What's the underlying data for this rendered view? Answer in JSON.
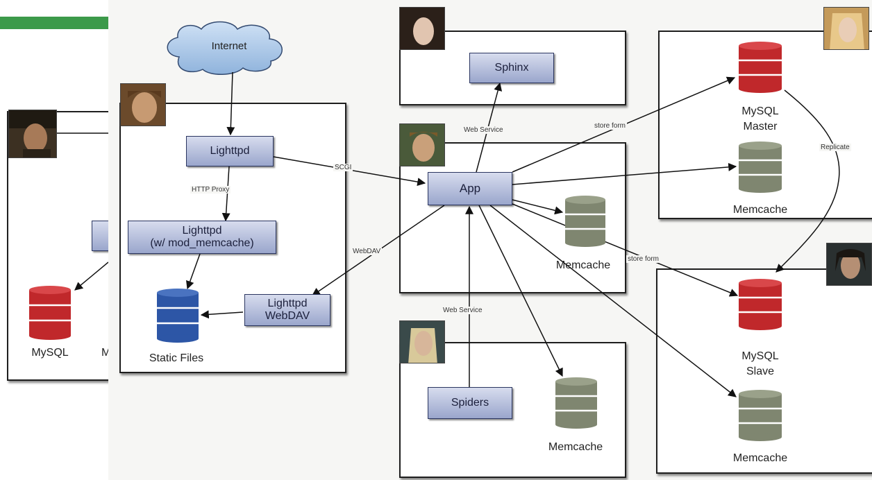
{
  "nodes": {
    "internet": "Internet",
    "lighttpd_front": "Lighttpd",
    "http_proxy": "HTTP Proxy",
    "lighttpd_memcache_1": "Lighttpd",
    "lighttpd_memcache_2": "(w/ mod_memcache)",
    "lighttpd_webdav_1": "Lighttpd",
    "lighttpd_webdav_2": "WebDAV",
    "static_files": "Static Files",
    "sphinx": "Sphinx",
    "app": "App",
    "spiders": "Spiders",
    "mysql_left": "MySQL",
    "mysql_left_cut": "M",
    "memcache_app": "Memcache",
    "memcache_spiders": "Memcache",
    "mysql_master_1": "MySQL",
    "mysql_master_2": "Master",
    "memcache_master": "Memcache",
    "mysql_slave_1": "MySQL",
    "mysql_slave_2": "Slave",
    "memcache_slave": "Memcache"
  },
  "edges": {
    "scgi": "SCGI",
    "webdav": "WebDAV",
    "web_service_top": "Web Service",
    "web_service_bottom": "Web Service",
    "store_form_top": "store form",
    "store_form_bottom": "store form",
    "replicate": "Replicate"
  },
  "colors": {
    "mysql_db": "#c0282b",
    "memcache_db": "#7f8670",
    "static_db": "#2d56a6",
    "node_fill": "#b3bcdc",
    "accent_bar": "#3c9a4a"
  }
}
